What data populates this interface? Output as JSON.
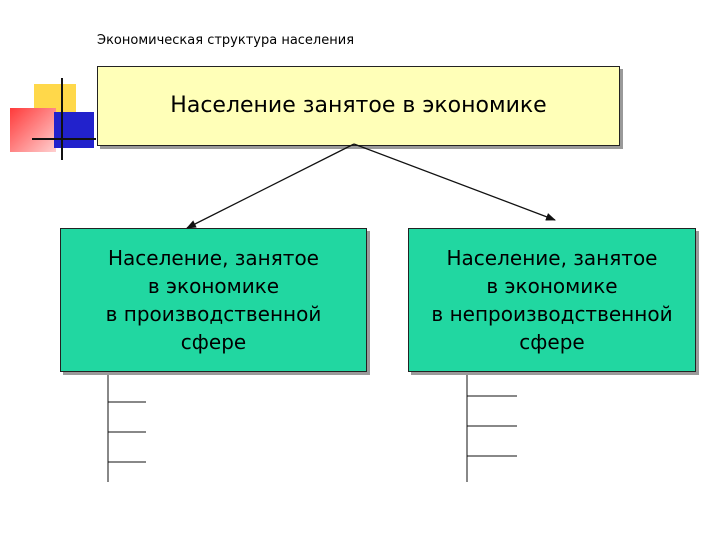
{
  "caption": "Экономическая  структура населения",
  "root": {
    "label": "Население занятое в экономике"
  },
  "children": [
    {
      "lines": [
        "Население, занятое",
        "в экономике",
        "в производственной",
        "сфере"
      ]
    },
    {
      "lines": [
        "Население, занятое",
        "в экономике",
        "в непроизводственной",
        "сфере"
      ]
    }
  ],
  "colors": {
    "root_fill": "#ffffb8",
    "child_fill": "#21d7a1",
    "deco_yellow": "#ffd84a",
    "deco_red": "#ff5a5a",
    "deco_blue": "#2222cc"
  }
}
